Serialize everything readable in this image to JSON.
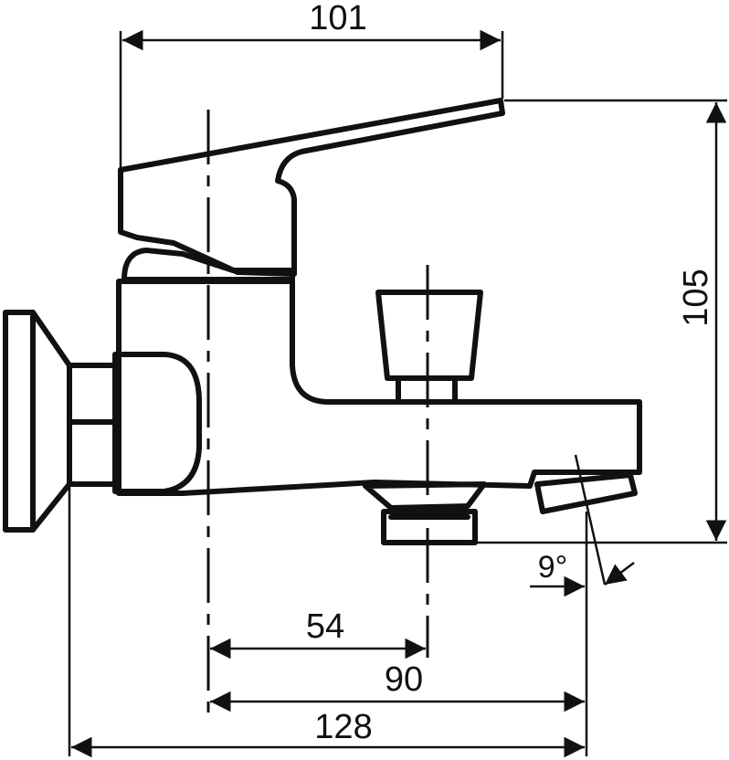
{
  "dimensions": {
    "top_width": "101",
    "height": "105",
    "inner_54": "54",
    "inner_90": "90",
    "overall_128": "128",
    "angle": "9°"
  },
  "colors": {
    "line": "#111111",
    "background": "#ffffff"
  }
}
